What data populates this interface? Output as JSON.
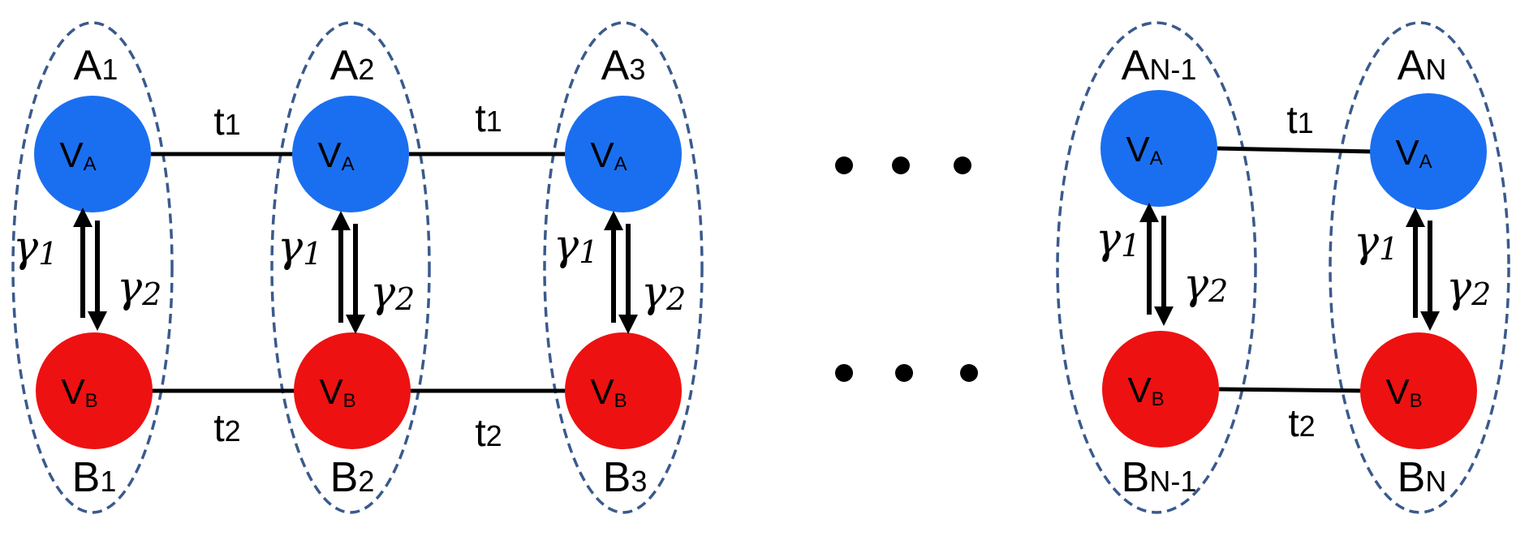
{
  "colors": {
    "node_a": "#1a6ff0",
    "node_b": "#ee1111",
    "ellipse_stroke": "#3a5a8c",
    "line": "#000000"
  },
  "node_labels": {
    "a_main": "V",
    "a_sub": "A",
    "b_main": "V",
    "b_sub": "B"
  },
  "rates": {
    "gamma1_main": "γ",
    "gamma1_sub": "1",
    "gamma2_main": "γ",
    "gamma2_sub": "2"
  },
  "hoppings": {
    "t1_main": "t",
    "t1_sub": "1",
    "t2_main": "t",
    "t2_sub": "2"
  },
  "cells": [
    {
      "a_main": "A",
      "a_sub": "1",
      "b_main": "B",
      "b_sub": "1"
    },
    {
      "a_main": "A",
      "a_sub": "2",
      "b_main": "B",
      "b_sub": "2"
    },
    {
      "a_main": "A",
      "a_sub": "3",
      "b_main": "B",
      "b_sub": "3"
    },
    {
      "a_main": "A",
      "a_sub": "N-1",
      "b_main": "B",
      "b_sub": "N-1"
    },
    {
      "a_main": "A",
      "a_sub": "N",
      "b_main": "B",
      "b_sub": "N"
    }
  ],
  "ellipsis": {
    "dot_count": 3
  }
}
